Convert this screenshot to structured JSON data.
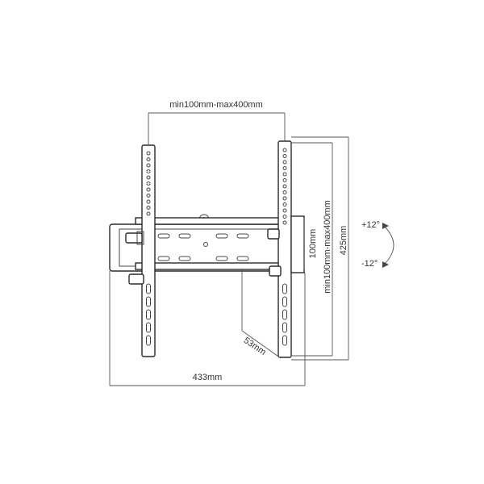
{
  "dimensions": {
    "vesa_width": "min100mm-max400mm",
    "vesa_height": "min100mm-max400mm",
    "plate_height": "100mm",
    "total_height": "425mm",
    "wall_distance": "53mm",
    "total_width": "433mm"
  },
  "tilt": {
    "up": "+12°",
    "down": "-12°"
  }
}
